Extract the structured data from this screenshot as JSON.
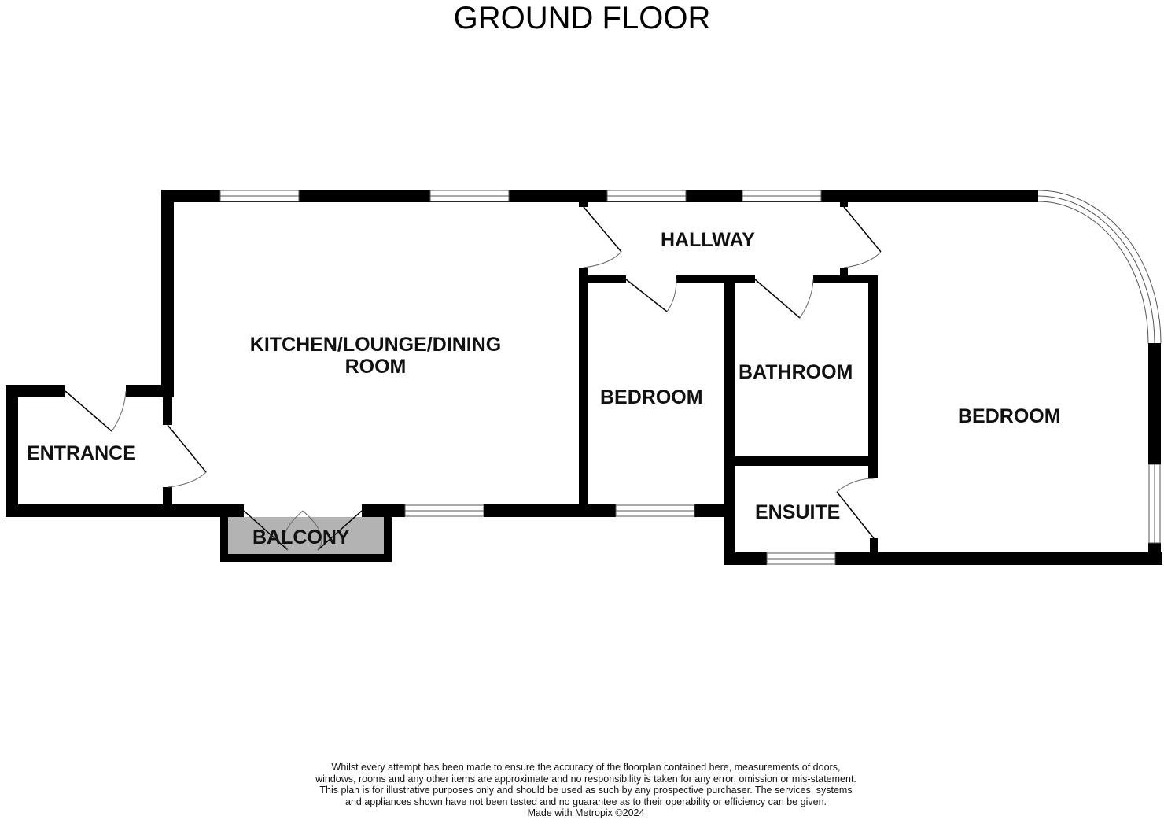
{
  "title": "GROUND FLOOR",
  "rooms": {
    "kitchen": "KITCHEN/LOUNGE/DINING ROOM",
    "hallway": "HALLWAY",
    "bedroom_small": "BEDROOM",
    "bathroom": "BATHROOM",
    "bedroom_main": "BEDROOM",
    "entrance": "ENTRANCE",
    "ensuite": "ENSUITE",
    "balcony": "BALCONY"
  },
  "colors": {
    "wall": "#000000",
    "balcony_fill": "#b3b3b3"
  },
  "disclaimer": {
    "text": "Whilst every attempt has been made to ensure the accuracy of the floorplan contained here, measurements of doors, windows, rooms and any other items are approximate and no responsibility is taken for any error, omission or mis-statement. This plan is for illustrative purposes only and should be used as such by any prospective purchaser. The services, systems and appliances shown have not been tested and no guarantee as to their operability or efficiency can be given.",
    "credit": "Made with Metropix ©2024"
  }
}
